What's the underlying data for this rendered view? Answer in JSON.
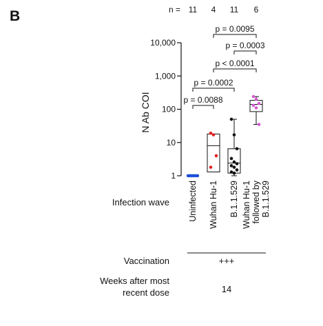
{
  "panel_label": "B",
  "chart_data": {
    "type": "box",
    "ylabel": "N Ab COI",
    "yscale": "log",
    "ylim": [
      1,
      10000
    ],
    "yticks": [
      1,
      10,
      100,
      1000,
      10000
    ],
    "ytick_labels": [
      "1",
      "10",
      "100",
      "1,000",
      "10,000"
    ],
    "categories": [
      "Uninfected",
      "Wuhan Hu-1",
      "B.1.1.529",
      "Wuhan Hu-1 followed by B.1.1.529"
    ],
    "category_lines": [
      [
        "Uninfected"
      ],
      [
        "Wuhan Hu-1"
      ],
      [
        "B.1.1.529"
      ],
      [
        "Wuhan Hu-1",
        "followed by",
        "B.1.1.529"
      ]
    ],
    "n_label": "n =",
    "n": [
      "11",
      "4",
      "11",
      "6"
    ],
    "colors": [
      "#1f4fd8",
      "#e02020",
      "#111111",
      "#d45ad4"
    ],
    "box_style": [
      "none",
      "box",
      "box-whisker",
      "box-whisker"
    ],
    "boxes": [
      {
        "min": 1,
        "q1": 1,
        "median": 1,
        "q3": 1,
        "max": 1
      },
      {
        "min": 1,
        "q1": 1.3,
        "median": 8,
        "q3": 18,
        "max": 18
      },
      {
        "min": 1,
        "q1": 1.2,
        "median": 2.4,
        "q3": 6.5,
        "max": 50
      },
      {
        "min": 35,
        "q1": 85,
        "median": 140,
        "q3": 185,
        "max": 240
      }
    ],
    "points": [
      [
        1,
        1,
        1,
        1,
        1,
        1,
        1,
        1,
        1,
        1,
        1
      ],
      [
        19,
        17,
        4,
        1.8
      ],
      [
        50,
        17,
        6.5,
        3.3,
        2.6,
        2.3,
        2.0,
        1.8,
        1.5,
        1.3,
        1.2
      ],
      [
        240,
        200,
        150,
        130,
        110,
        35
      ]
    ],
    "comparisons": [
      {
        "from": 1,
        "to": 3,
        "label": "p = 0.0095"
      },
      {
        "from": 2,
        "to": 3,
        "label": "p = 0.0003"
      },
      {
        "from": 1,
        "to": 3,
        "label": "p < 0.0001"
      },
      {
        "from": 0,
        "to": 2,
        "label": "p = 0.0002"
      },
      {
        "from": 0,
        "to": 1,
        "label": "p = 0.0088"
      }
    ]
  },
  "rows": {
    "infection_label": "Infection wave",
    "vaccination_label": "Vaccination",
    "vaccination_value": "+++",
    "weeks_label_lines": [
      "Weeks after most",
      "recent dose"
    ],
    "weeks_value": "14"
  }
}
